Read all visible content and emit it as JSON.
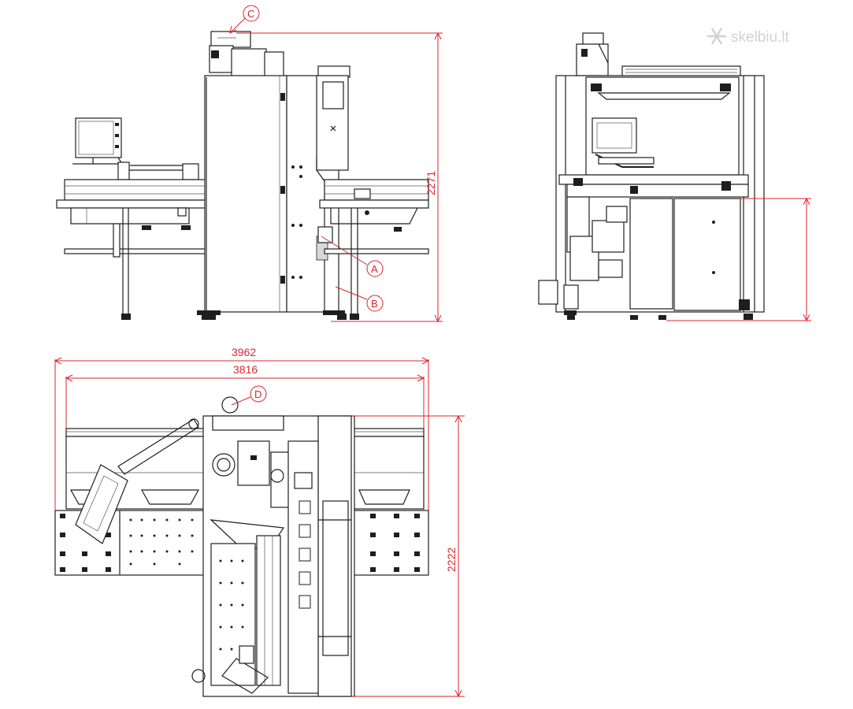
{
  "watermark": {
    "text": "skelbiu.lt",
    "icon": "snowflake-logo-icon"
  },
  "dimensions": {
    "height_front": "2271",
    "overall_length": "3962",
    "inner_length": "3816",
    "depth_top": "2222"
  },
  "callouts": {
    "a": "A",
    "b": "B",
    "c": "C",
    "d": "D"
  },
  "colors": {
    "dimension_red": "#d8262c",
    "line_dark": "#1e1e1e",
    "watermark_grey": "#d2d2d2"
  }
}
